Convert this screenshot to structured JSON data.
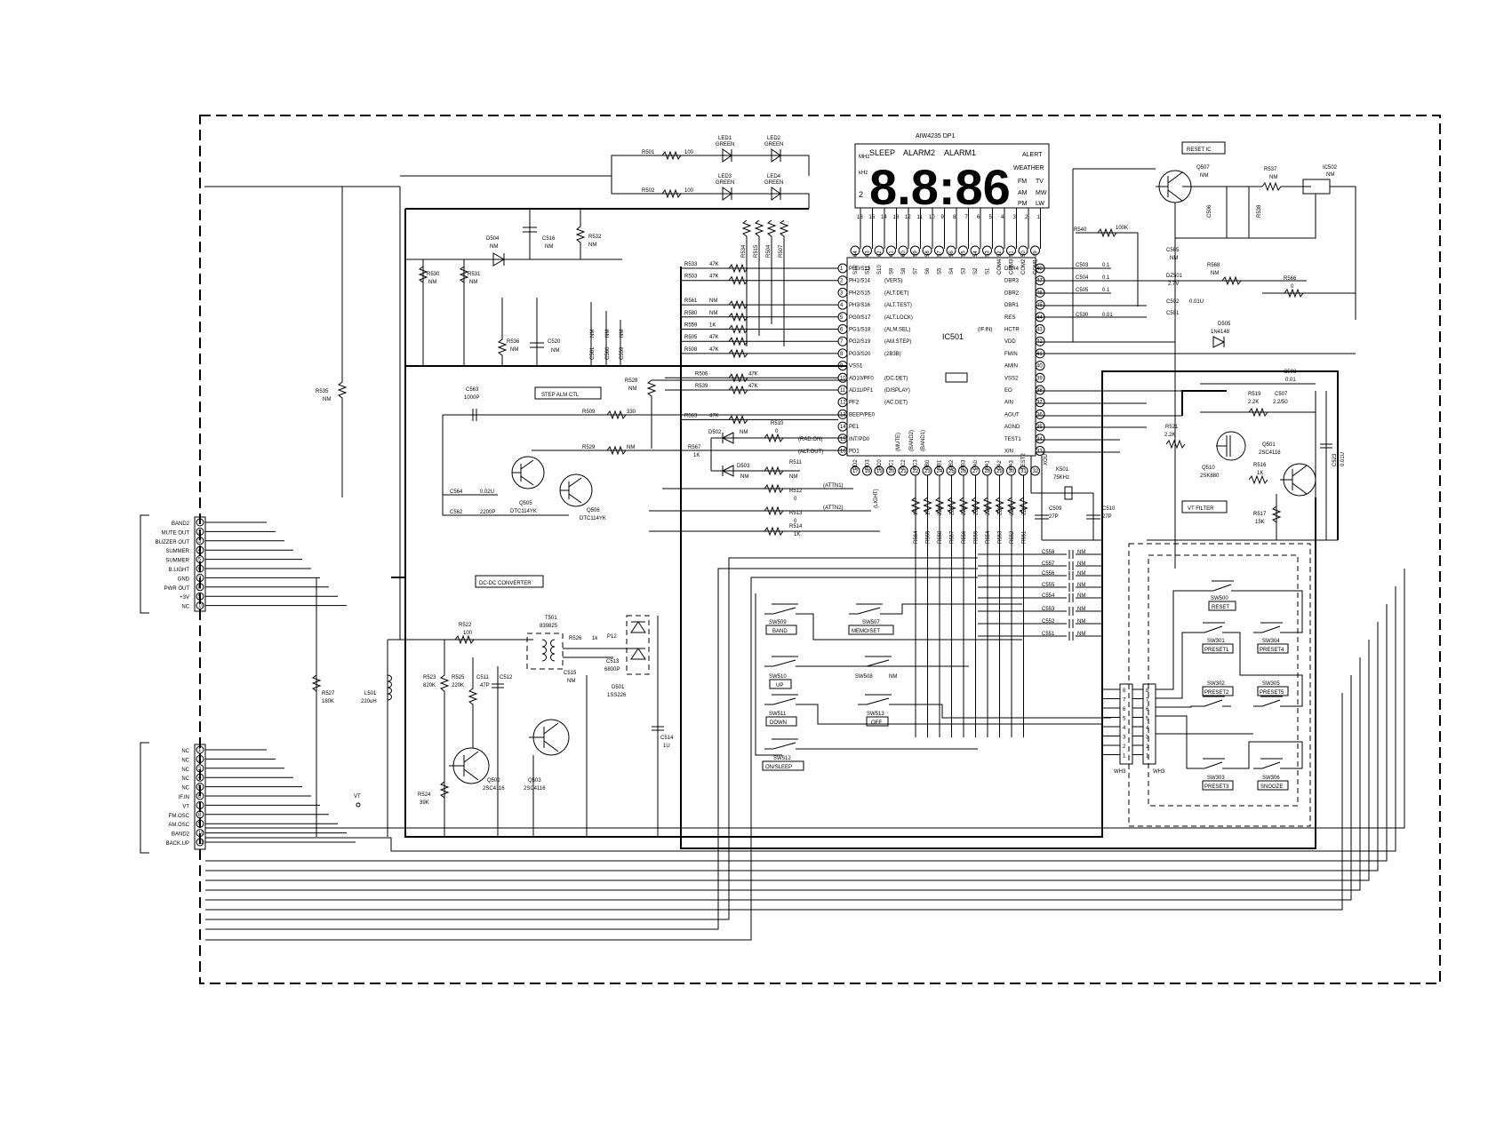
{
  "display": {
    "part": "AIW4235 DP1",
    "segment_text": "8.8:86",
    "indicators": {
      "mhz": "MHz",
      "khz": "kHz",
      "sleep": "SLEEP",
      "alarm2": "ALARM2",
      "alarm1": "ALARM1",
      "alert": "ALERT",
      "weather": "WEATHER",
      "fm": "FM",
      "tv": "TV",
      "am": "AM",
      "mw": "MW",
      "pm": "PM",
      "lw": "LW",
      "two": "2"
    },
    "pins": [
      "16",
      "15",
      "14",
      "13",
      "12",
      "11",
      "10",
      "9",
      "8",
      "7",
      "6",
      "5",
      "4",
      "3",
      "2",
      "1"
    ]
  },
  "ic501": {
    "name": "IC501",
    "top_pins": [
      {
        "num": "64",
        "sig": "S12"
      },
      {
        "num": "63",
        "sig": "S11"
      },
      {
        "num": "62",
        "sig": "S10"
      },
      {
        "num": "61",
        "sig": "S9"
      },
      {
        "num": "60",
        "sig": "S8"
      },
      {
        "num": "59",
        "sig": "S7"
      },
      {
        "num": "58",
        "sig": "S6"
      },
      {
        "num": "57",
        "sig": "S5"
      },
      {
        "num": "56",
        "sig": "S4"
      },
      {
        "num": "55",
        "sig": "S3"
      },
      {
        "num": "54",
        "sig": "S2"
      },
      {
        "num": "53",
        "sig": "S1"
      },
      {
        "num": "52",
        "sig": "COM4"
      },
      {
        "num": "51",
        "sig": "COM3"
      },
      {
        "num": "50",
        "sig": "COM2"
      },
      {
        "num": "49",
        "sig": "COM1"
      }
    ],
    "left_pins": [
      {
        "num": "1",
        "sig": "PH0/S13"
      },
      {
        "num": "2",
        "sig": "PH1/S14",
        "note": "(VERS)"
      },
      {
        "num": "3",
        "sig": "PH2/S15",
        "note": "(ALT.DET)"
      },
      {
        "num": "4",
        "sig": "PH3/S16",
        "note": "(ALT.TEST)"
      },
      {
        "num": "5",
        "sig": "PG0/S17",
        "note": "(ALT.LOCK)"
      },
      {
        "num": "6",
        "sig": "PG1/S18",
        "note": "(ALM.SEL)"
      },
      {
        "num": "7",
        "sig": "PG2/S19",
        "note": "(AM.STEP)"
      },
      {
        "num": "8",
        "sig": "PG3/S20",
        "note": "(2B3B)"
      },
      {
        "num": "9",
        "sig": "VSS1"
      },
      {
        "num": "10",
        "sig": "AD10/PF0",
        "note": "(DC.DET)"
      },
      {
        "num": "11",
        "sig": "AD11/PF1",
        "note": "(DISPLAY)"
      },
      {
        "num": "12",
        "sig": "PF2",
        "note": "(AC.DET)"
      },
      {
        "num": "13",
        "sig": "BEEP/PE0"
      },
      {
        "num": "14",
        "sig": "PE1"
      },
      {
        "num": "15",
        "sig": "INT/PD0"
      },
      {
        "num": "16",
        "sig": "PD1"
      }
    ],
    "left_pin_extra": {
      "rad_on": "(RAD.ON)",
      "alt_out": "(ALT.OUT)"
    },
    "bottom_pins": [
      {
        "num": "17",
        "sig": "PD2"
      },
      {
        "num": "18",
        "sig": "PD3"
      },
      {
        "num": "19",
        "sig": "PC0"
      },
      {
        "num": "20",
        "sig": "PC1"
      },
      {
        "num": "21",
        "sig": "PC2"
      },
      {
        "num": "22",
        "sig": "PC3"
      },
      {
        "num": "23",
        "sig": "PB0"
      },
      {
        "num": "24",
        "sig": "PB1"
      },
      {
        "num": "25",
        "sig": "PB2"
      },
      {
        "num": "26",
        "sig": "PB3"
      },
      {
        "num": "27",
        "sig": "PA0"
      },
      {
        "num": "28",
        "sig": "PA1"
      },
      {
        "num": "29",
        "sig": "PA2"
      },
      {
        "num": "30",
        "sig": "PA3"
      },
      {
        "num": "31",
        "sig": "TEST2"
      },
      {
        "num": "32",
        "sig": ""
      }
    ],
    "bottom_notes": {
      "light": "(LIGHT)",
      "mute": "(MUTE)",
      "band2": "(BAND2)",
      "band1": "(BAND1)"
    },
    "right_pins": [
      {
        "num": "48",
        "sig": "DBR4"
      },
      {
        "num": "47",
        "sig": "DBR3"
      },
      {
        "num": "46",
        "sig": "DBR2"
      },
      {
        "num": "45",
        "sig": "DBR1"
      },
      {
        "num": "44",
        "sig": "RES"
      },
      {
        "num": "43",
        "sig": "HCTR",
        "note": "(IF.IN)"
      },
      {
        "num": "42",
        "sig": "VDD"
      },
      {
        "num": "41",
        "sig": "FMIN"
      },
      {
        "num": "40",
        "sig": "AMIN"
      },
      {
        "num": "39",
        "sig": "VSS2"
      },
      {
        "num": "38",
        "sig": "EO"
      },
      {
        "num": "37",
        "sig": "AIN"
      },
      {
        "num": "36",
        "sig": "AOUT"
      },
      {
        "num": "35",
        "sig": "AGND"
      },
      {
        "num": "34",
        "sig": "TEST1"
      },
      {
        "num": "33",
        "sig": "XIN"
      }
    ],
    "xout": "XOUT"
  },
  "connector_top": {
    "labels": [
      "BAND2",
      "MUTE OUT",
      "BUZZER OUT",
      "SUMMER",
      "SUMMER",
      "B.LIGHT",
      "GND",
      "PWR OUT",
      "+3V",
      "NC"
    ],
    "pins": [
      "1",
      "2",
      "3",
      "4",
      "5",
      "6",
      "7",
      "8",
      "9",
      "10"
    ]
  },
  "connector_bottom": {
    "labels": [
      "NC",
      "NC",
      "NC",
      "NC",
      "NC",
      "IF.IN",
      "VT",
      "FM.OSC",
      "AM.OSC",
      "BAND2",
      "BACK.UP"
    ],
    "pins": [
      "1",
      "2",
      "3",
      "4",
      "5",
      "6",
      "7",
      "8",
      "9",
      "10",
      "11"
    ],
    "vt_label": "VT"
  },
  "leds": [
    {
      "ref": "LED1",
      "color": "GREEN"
    },
    {
      "ref": "LED2",
      "color": "GREEN"
    },
    {
      "ref": "LED3",
      "color": "GREEN"
    },
    {
      "ref": "LED4",
      "color": "GREEN"
    }
  ],
  "boxes": {
    "reset_ic": "RESET IC",
    "step_alm_ctl": "STEP ALM CTL",
    "dc_dc": "DC-DC CONVERTER",
    "vt_filter": "VT FILTER"
  },
  "components": {
    "r501": "R501",
    "r501v": "100",
    "r502": "R502",
    "r502v": "100",
    "r534": "R534",
    "r515": "R515",
    "r504": "R504",
    "r507": "R507",
    "nm": "NM",
    "k47": "47K",
    "k1": "1K",
    "r533": "R533",
    "r503": "R503",
    "r561": "R561",
    "r580": "R580",
    "r559": "R559",
    "r505": "R505",
    "r508": "R508",
    "r506": "R506",
    "r539": "R539",
    "r563": "R563",
    "r509": "R509",
    "r509v": "330",
    "r529": "R529",
    "r510": "R510",
    "r510v": "0",
    "r567": "R567",
    "r511": "R511",
    "r512": "R512",
    "r513": "R513",
    "r514": "R514",
    "zero": "0",
    "attn1": "(ATTN1)",
    "attn2": "(ATTN2)",
    "d502": "D502",
    "d503": "D503",
    "d504": "D504",
    "c516": "C516",
    "r532": "R532",
    "r530": "R530",
    "r531": "R531",
    "r536": "R536",
    "c520": "C520",
    "c561": "C561",
    "c560": "C560",
    "c559": "C559",
    "r535": "R535",
    "c563": "C563",
    "c563v": "1000P",
    "r528": "R528",
    "c564": "C564",
    "c564v": "0.02U",
    "c562": "C562",
    "c562v": "2200P",
    "q505": "Q505",
    "q505v": "DTC114YK",
    "q506": "Q506",
    "q506v": "DTC114YK",
    "r564": "R564",
    "r565": "R565",
    "r558": "R558",
    "r557": "R557",
    "r556": "R556",
    "r555": "R555",
    "r554": "R554",
    "r553": "R553",
    "r552": "R552",
    "r551": "R551",
    "k22": "22K",
    "k501": "K501",
    "k501v": "75KHz",
    "c509": "C509",
    "c509v": "27P",
    "c510": "C510",
    "c510v": "27P",
    "c558": "C558",
    "c557": "C557",
    "c556": "C556",
    "c555": "C555",
    "c554": "C554",
    "c553": "C553",
    "c552": "C552",
    "c551": "C551",
    "sw509": "SW509",
    "band": "BAND",
    "sw507": "SW507",
    "memo": "MEMO/SET",
    "sw510": "SW510",
    "up": "UP",
    "sw508": "SW508",
    "sw511": "SW511",
    "down": "DOWN",
    "sw513": "SW513",
    "off": "OFF",
    "sw512": "SW512",
    "onsleep": "ON/SLEEP",
    "wh3": "WH3",
    "sw500": "SW500",
    "reset": "RESET",
    "sw301": "SW301",
    "preset1": "PRESET1",
    "sw304": "SW304",
    "preset4": "PRESET4",
    "sw302": "SW302",
    "preset2": "PRESET2",
    "sw305": "SW305",
    "preset5": "PRESET5",
    "sw303": "SW303",
    "preset3": "PRESET3",
    "sw306": "SW306",
    "snooze": "SNOOZE",
    "r522": "R522",
    "r522v": "100",
    "t501": "T501",
    "t501v": "839825",
    "r526": "R526",
    "k1l": "1k",
    "p12": "P12",
    "c513": "C513",
    "c513v": "6800P",
    "d501": "D501",
    "d501v": "1SS226",
    "c515": "C515",
    "c514": "C514",
    "c514v": "1U",
    "r523": "R523",
    "r523v": "820K",
    "r525": "R525",
    "r525v": "220K",
    "c511": "C511",
    "c511v": "47P",
    "c512": "C512",
    "r527": "R527",
    "r527v": "180K",
    "l501": "L501",
    "l501v": "220uH",
    "r524": "R524",
    "r524v": "39K",
    "q502": "Q502",
    "q502v": "2SC4116",
    "q503": "Q503",
    "q503v": "2SC4116",
    "q507": "Q507",
    "r537": "R537",
    "ic502": "IC502",
    "c506": "C506",
    "r538": "R538",
    "r540": "R540",
    "r540v": "100K",
    "c565": "C565",
    "r568": "R568",
    "c503": "C503",
    "c504": "C504",
    "c505": "C505",
    "c530": "C530",
    "c501": "C501",
    "v01": "0.1",
    "v001": "0.01",
    "v001u": "0.01U",
    "v27": "2.7V",
    "d5201": "DZ501",
    "c502": "C502",
    "r566": "R566",
    "d505": "D505",
    "d505v": "1N4148",
    "c508": "C508",
    "c507": "C507",
    "c507v": "2.2/50",
    "r519": "R519",
    "r519v": "2.2K",
    "r521": "R521",
    "r521v": "2.2K",
    "q510": "Q510",
    "q510v": "2SK880",
    "r516": "R516",
    "q501": "Q501",
    "q501v": "2SC4116",
    "r517": "R517",
    "r517v": "15K",
    "c523": "C523",
    "c523v": "0.01U",
    "plus": "+"
  }
}
